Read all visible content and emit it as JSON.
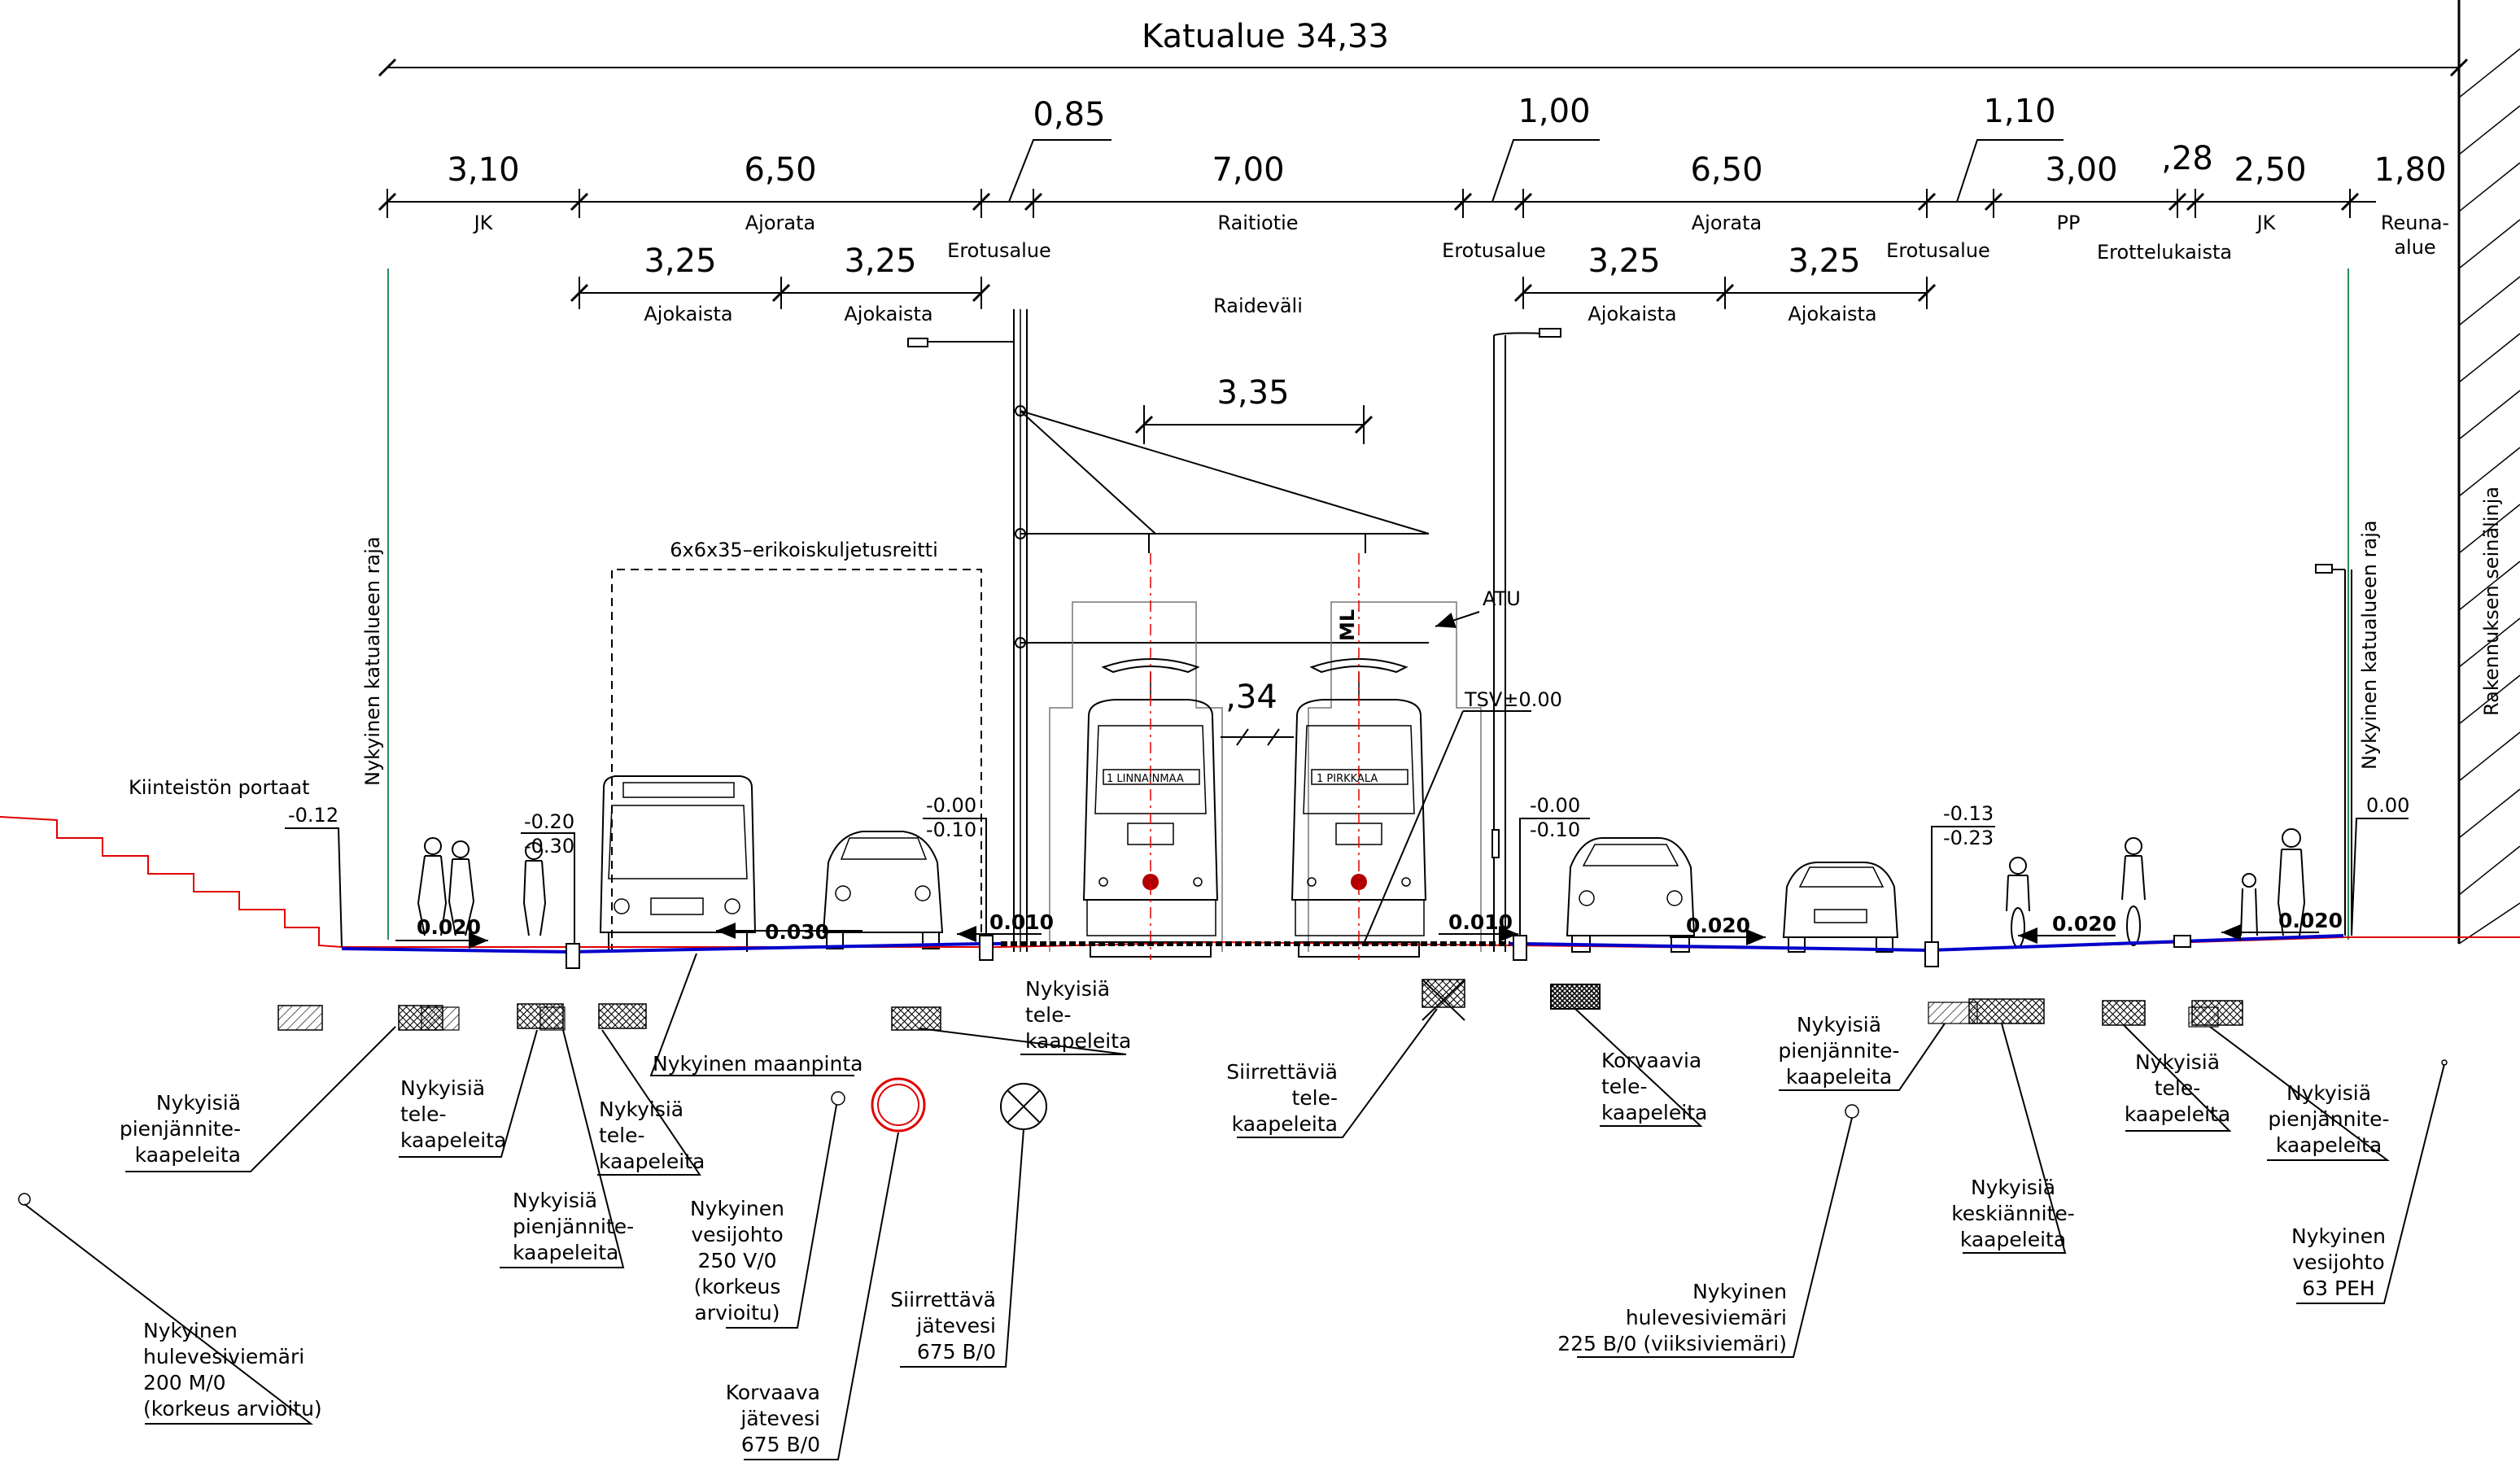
{
  "title": "Katualue 34,33",
  "top_dims": [
    {
      "id": "jk1",
      "value": "3,10",
      "label": "JK"
    },
    {
      "id": "ajo1",
      "value": "6,50",
      "label": "Ajorata"
    },
    {
      "id": "ero1",
      "value": "0,85",
      "label": "Erotusalue"
    },
    {
      "id": "rai",
      "value": "7,00",
      "label": "Raitiotie"
    },
    {
      "id": "ero2",
      "value": "1,00",
      "label": "Erotusalue"
    },
    {
      "id": "ajo2",
      "value": "6,50",
      "label": "Ajorata"
    },
    {
      "id": "ero3",
      "value": "1,10",
      "label": "Erotusalue"
    },
    {
      "id": "pp",
      "value": "3,00",
      "label": "PP"
    },
    {
      "id": "erk",
      "value": ",28",
      "label": "Erottelukaista"
    },
    {
      "id": "jk2",
      "value": "2,50",
      "label": "JK"
    },
    {
      "id": "reu",
      "value": "1,80",
      "label": "Reuna-",
      "label2": "alue"
    }
  ],
  "lane_dims": {
    "value": "3,25",
    "label": "Ajokaista"
  },
  "raidevali": {
    "label": "Raideväli",
    "value": "3,35"
  },
  "gap_value": ",34",
  "atu_label": "ATU",
  "ml_label": "ML",
  "tsv_label": "TSV±0.00",
  "transport_route": "6x6x35–erikoiskuljetusreitti",
  "boundary_left": "Nykyinen katualueen raja",
  "boundary_right": "Nykyinen katualueen raja",
  "building_line": "Rakennuksen seinälinja",
  "stairs_label": "Kiinteistön portaat",
  "tram_left_sign": "1  LINNAINMAA",
  "tram_right_sign": "1  PIRKKALA",
  "elevations": {
    "e1": "-0.12",
    "e2a": "-0.20",
    "e2b": "-0.30",
    "e3a": "-0.00",
    "e3b": "-0.10",
    "e4a": "-0.00",
    "e4b": "-0.10",
    "e5a": "-0.13",
    "e5b": "-0.23",
    "e6": "0.00"
  },
  "slopes": {
    "s1": "0.020",
    "s2": "0.030",
    "s3": "0.010",
    "s4": "0.010",
    "s5": "0.020",
    "s6": "0.020",
    "s7": "0.020"
  },
  "ground_label": "Nykyinen maanpinta",
  "notes": {
    "n1": [
      "Nykyisiä",
      "pienjännite-",
      "kaapeleita"
    ],
    "n2": [
      "Nykyisiä",
      "tele-",
      "kaapeleita"
    ],
    "n3": [
      "Nykyisiä",
      "tele-",
      "kaapeleita"
    ],
    "n4": [
      "Nykyisiä",
      "pienjännite-",
      "kaapeleita"
    ],
    "n5": [
      "Nykyisiä",
      "tele-",
      "kaapeleita"
    ],
    "n6": [
      "Nykyinen",
      "vesijohto",
      "250 V/0",
      "(korkeus",
      "arvioitu)"
    ],
    "n7": [
      "Korvaava",
      "jätevesi",
      "675 B/0"
    ],
    "n8": [
      "Siirrettävä",
      "jätevesi",
      "675 B/0"
    ],
    "n9": [
      "Nykyinen",
      "hulevesiviemäri",
      "200 M/0",
      "(korkeus arvioitu)"
    ],
    "n10": [
      "Siirrettäviä",
      "tele-",
      "kaapeleita"
    ],
    "n11": [
      "Korvaavia",
      "tele-",
      "kaapeleita"
    ],
    "n12": [
      "Nykyisiä",
      "pienjännite-",
      "kaapeleita"
    ],
    "n13": [
      "Nykyinen",
      "hulevesiviemäri",
      "225 B/0 (viiksiviemäri)"
    ],
    "n14": [
      "Nykyisiä",
      "keskiännite-",
      "kaapeleita"
    ],
    "n15": [
      "Nykyisiä",
      "tele-",
      "kaapeleita"
    ],
    "n16": [
      "Nykyisiä",
      "pienjännite-",
      "kaapeleita"
    ],
    "n17": [
      "Nykyinen",
      "vesijohto",
      "63 PEH"
    ]
  },
  "colors": {
    "line": "#000000",
    "blue_surface": "#0000cc",
    "red_ground": "#e00000",
    "boundary_green": "#2a8a5a"
  }
}
